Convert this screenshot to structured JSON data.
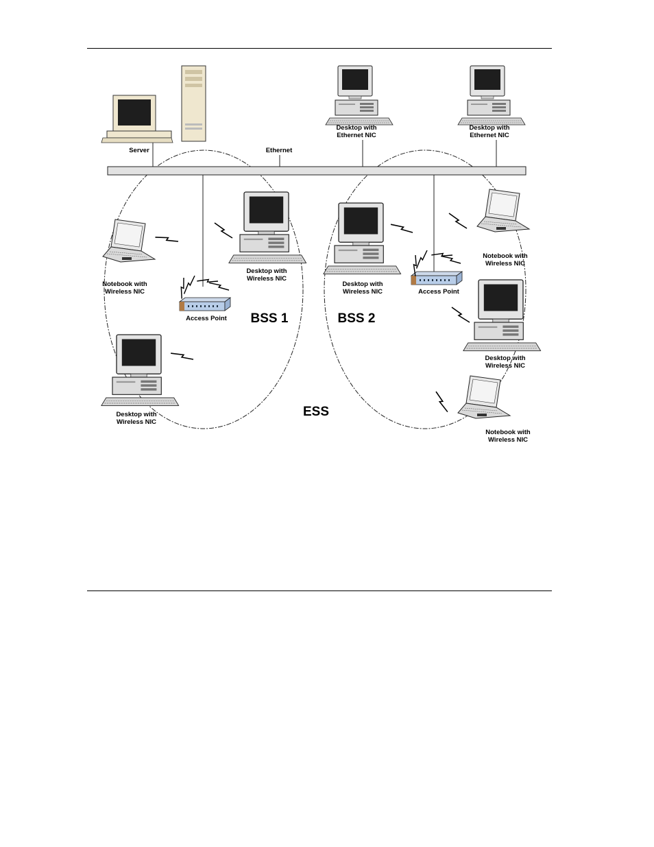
{
  "labels": {
    "server": "Server",
    "ethernet": "Ethernet",
    "desktop_ethernet_1": [
      "Desktop with",
      "Ethernet NIC"
    ],
    "desktop_ethernet_2": [
      "Desktop with",
      "Ethernet NIC"
    ],
    "notebook_bss1": [
      "Notebook with",
      "Wireless NIC"
    ],
    "desktop_bss1_top": [
      "Desktop with",
      "Wireless NIC"
    ],
    "desktop_bss1_bottom": [
      "Desktop with",
      "Wireless NIC"
    ],
    "access_point_1": "Access Point",
    "access_point_2": "Access Point",
    "desktop_bss2_left": [
      "Desktop with",
      "Wireless NIC"
    ],
    "notebook_bss2_top": [
      "Notebook with",
      "Wireless NIC"
    ],
    "desktop_bss2_right": [
      "Desktop with",
      "Wireless NIC"
    ],
    "notebook_bss2_bottom": [
      "Notebook with",
      "Wireless NIC"
    ],
    "bss1": "BSS 1",
    "bss2": "BSS 2",
    "ess": "ESS"
  }
}
